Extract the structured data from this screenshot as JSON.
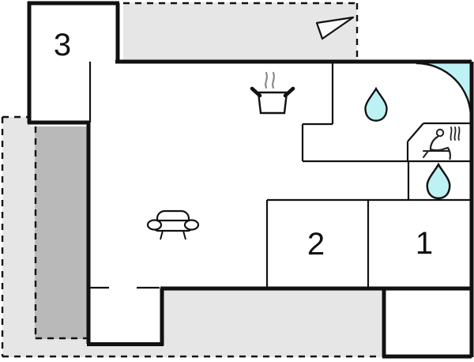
{
  "plan": {
    "type": "holiday-home-floor-plan",
    "room_labels": {
      "room1": "1",
      "room2": "2",
      "room3": "3"
    },
    "colors": {
      "wall": "#111111",
      "terrace": "#e6e6e6",
      "shaded_area": "#b9b9b9",
      "water": "#bdf2f5",
      "background": "#ffffff",
      "steam": "#8a8a8a"
    },
    "features": {
      "orientation": {
        "icon": "north-arrow-icon"
      },
      "kitchen": {
        "icon": "stove-pot-icon"
      },
      "bathroom": {
        "icon": "water-drop-icon",
        "fixture": "corner-shower"
      },
      "sauna": {
        "icon": "sauna-icon"
      },
      "wc": {
        "icon": "water-drop-icon"
      },
      "living_room": {
        "icon": "sofa-icon"
      }
    }
  }
}
